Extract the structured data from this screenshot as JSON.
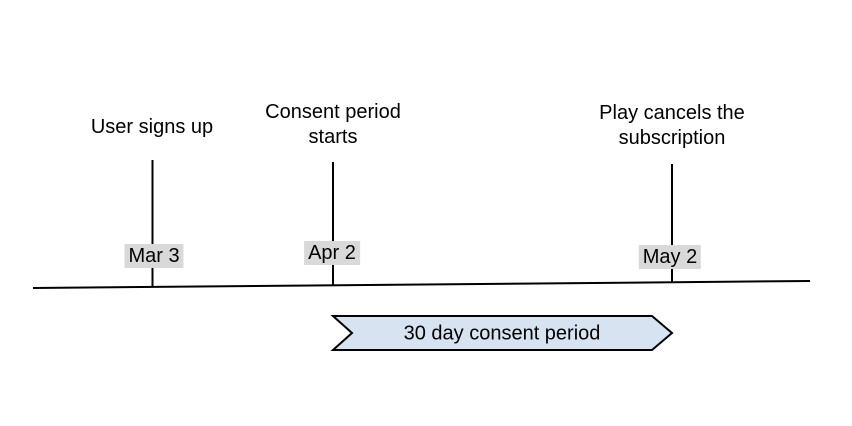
{
  "diagram": {
    "events": [
      {
        "label": "User signs up",
        "date": "Mar 3"
      },
      {
        "label": "Consent period starts",
        "date": "Apr 2"
      },
      {
        "label": "Play cancels the subscription",
        "date": "May 2"
      }
    ],
    "period_banner": {
      "label": "30 day consent period"
    },
    "colors": {
      "banner_fill": "#d7e3f1",
      "banner_stroke": "#000000",
      "date_chip_bg": "#d9d9d9",
      "line": "#000000",
      "text": "#000000"
    }
  }
}
